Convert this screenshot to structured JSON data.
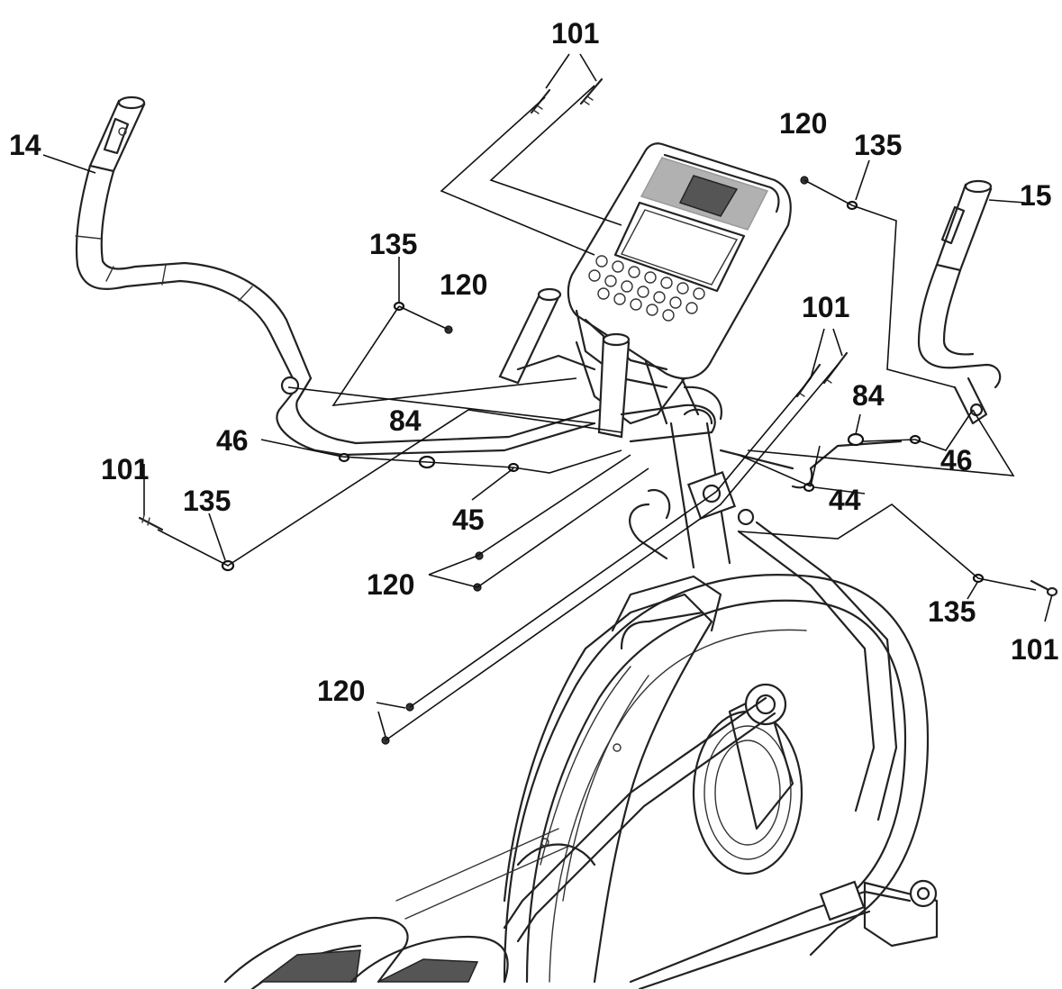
{
  "labels": {
    "l101_top": "101",
    "l14": "14",
    "l120_a": "120",
    "l135_a": "135",
    "l15": "15",
    "l135_b": "135",
    "l120_b": "120",
    "l101_mid": "101",
    "l84_a": "84",
    "l46_a": "46",
    "l84_b": "84",
    "l46_b": "46",
    "l101_left": "101",
    "l135_c": "135",
    "l45": "45",
    "l44": "44",
    "l120_c": "120",
    "l135_d": "135",
    "l101_right": "101",
    "l120_d": "120"
  },
  "colors": {
    "line": "#222222",
    "background": "#ffffff",
    "grille": "#555555"
  }
}
